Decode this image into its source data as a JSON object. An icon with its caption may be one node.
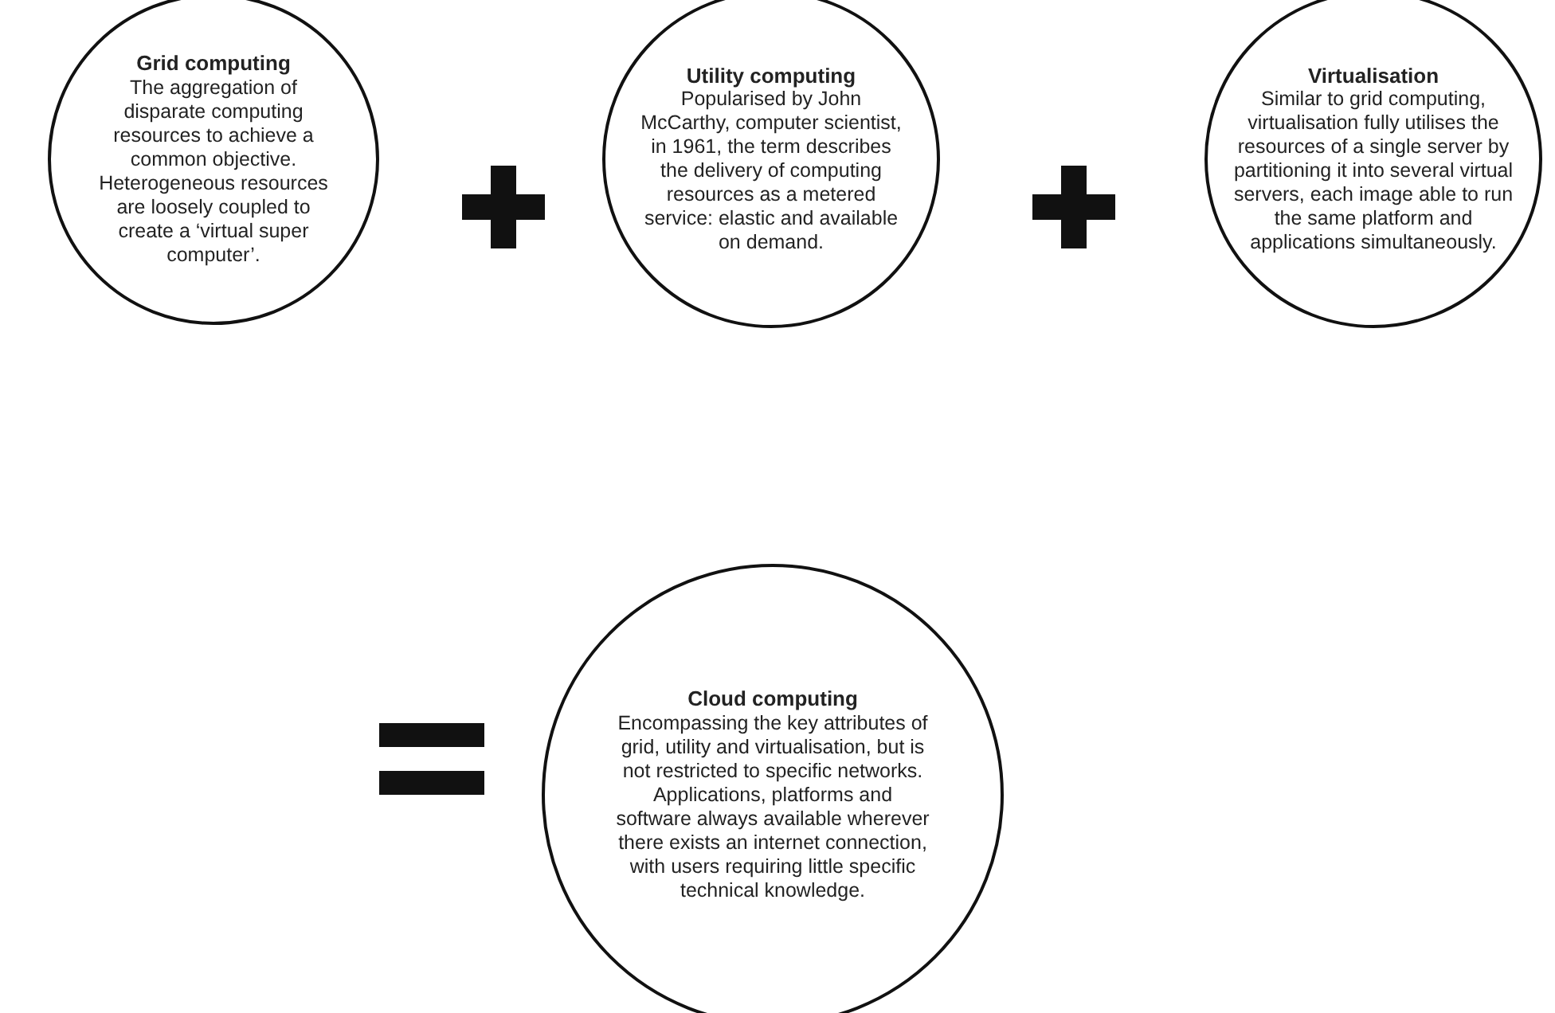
{
  "diagram": {
    "nodes": [
      {
        "text": [
          "Grid computing",
          "The aggregation of disparate computing resources to achieve a common objective. Heterogeneous resources are loosely coupled to create a ‘virtual super computer’."
        ]
      },
      {
        "text": [
          "Utility computing",
          "Popularised by John McCarthy, computer scientist, in 1961, the term describes the delivery of computing resources as a metered service: elastic and available on demand."
        ]
      },
      {
        "text": [
          "Virtualisation",
          "Similar to grid computing, virtualisation fully utilises the resources of a single server by partitioning it into several virtual servers, each image able to run the same platform and applications simultaneously."
        ]
      },
      {
        "text": [
          "Cloud computing",
          "Encompassing the key attributes of grid, utility and virtualisation, but is not restricted to specific networks. Applications, platforms and software always available wherever there exists an internet connection, with users requiring little specific technical knowledge."
        ]
      }
    ]
  }
}
